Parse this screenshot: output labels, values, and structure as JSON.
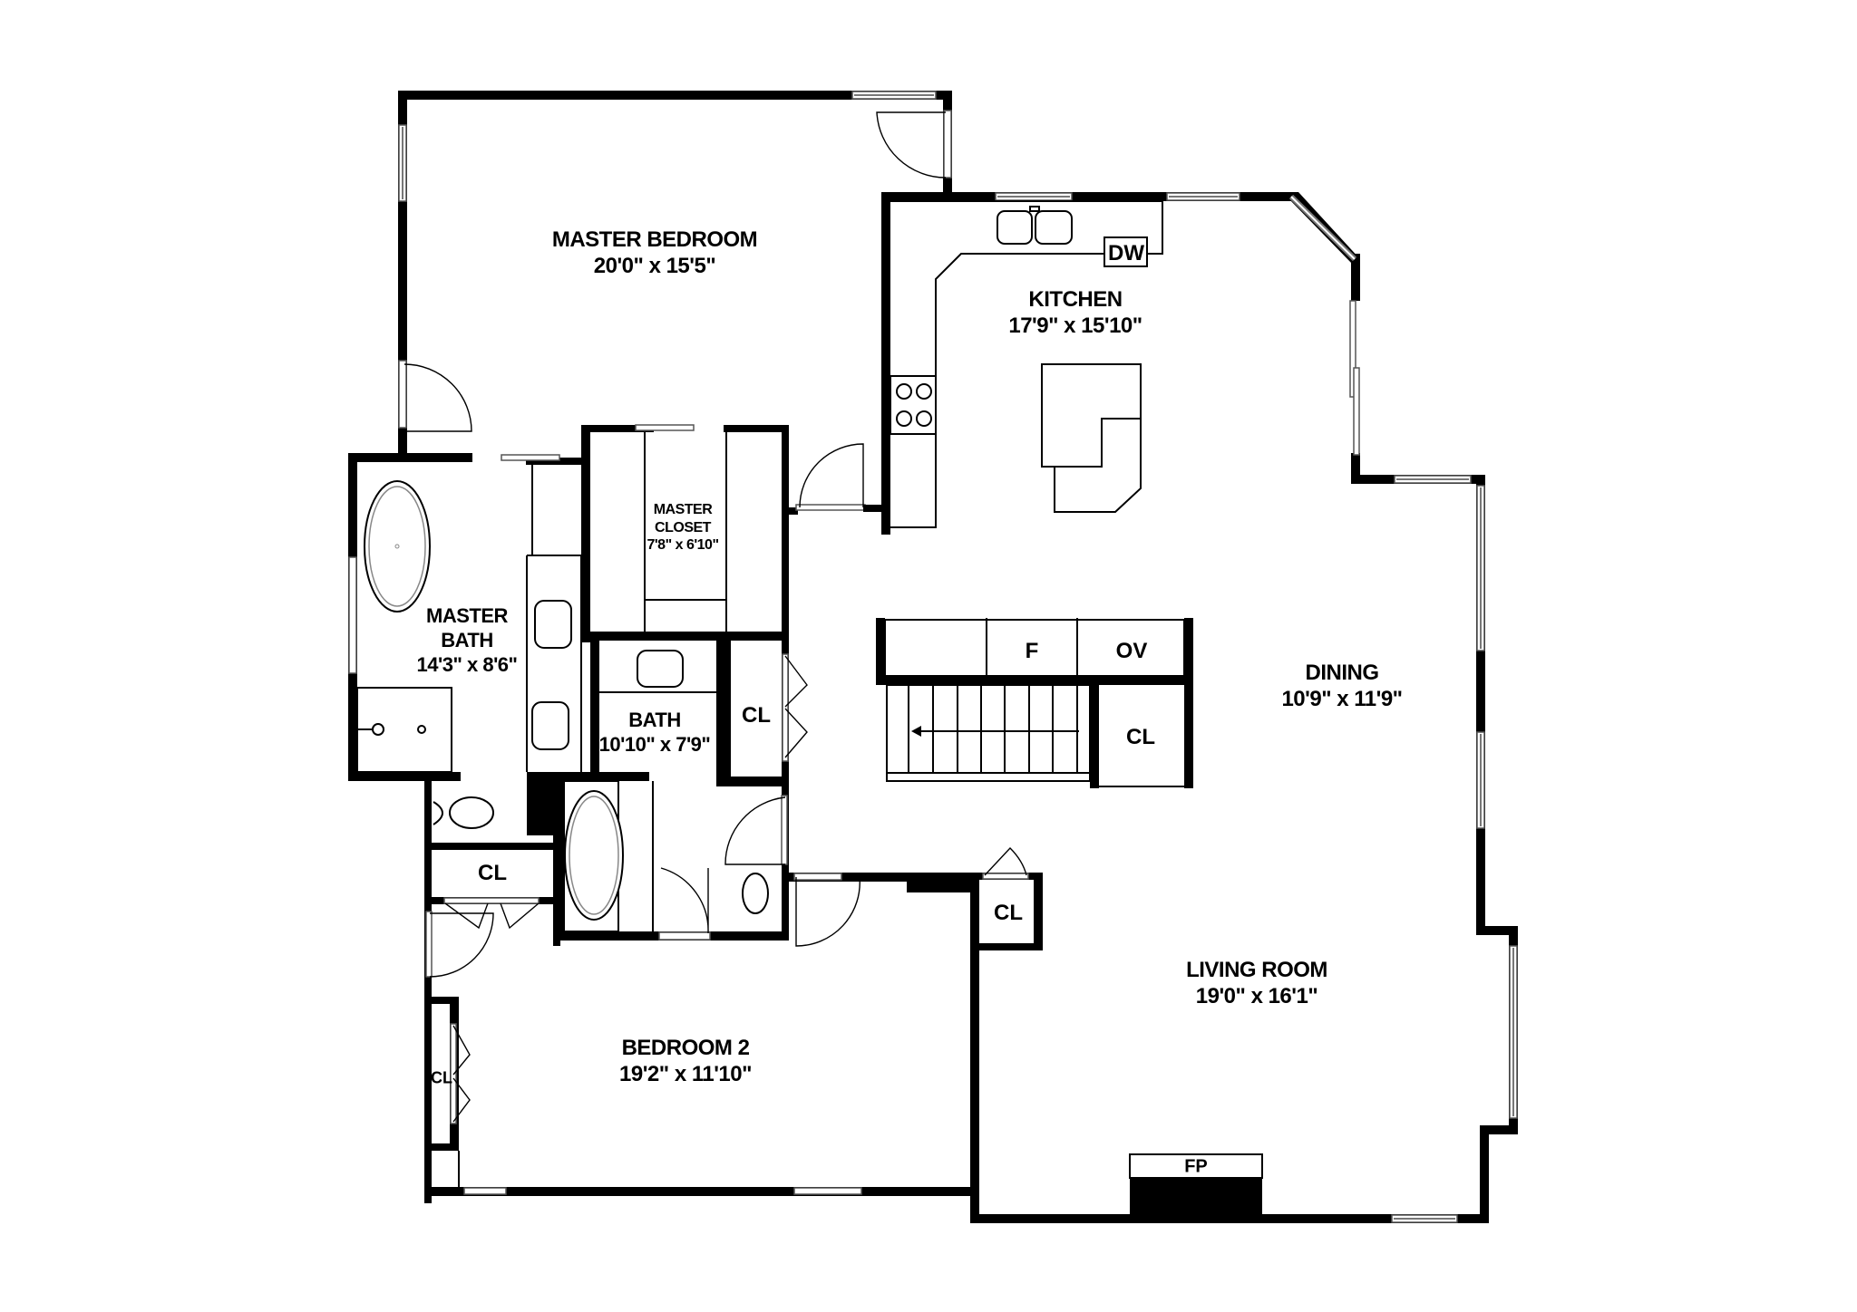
{
  "plan": {
    "colors": {
      "wall": "#000000",
      "background": "#ffffff",
      "window": "#888888"
    },
    "rooms": [
      {
        "id": "master-bedroom",
        "name": "MASTER BEDROOM",
        "dim": "20'0\" x 15'5\""
      },
      {
        "id": "kitchen",
        "name": "KITCHEN",
        "dim": "17'9\" x 15'10\""
      },
      {
        "id": "master-closet",
        "name": "MASTER CLOSET",
        "name_line1": "MASTER",
        "name_line2": "CLOSET",
        "dim": "7'8\" x 6'10\""
      },
      {
        "id": "master-bath",
        "name": "MASTER BATH",
        "name_line1": "MASTER",
        "name_line2": "BATH",
        "dim": "14'3\" x 8'6\""
      },
      {
        "id": "bath",
        "name": "BATH",
        "dim": "10'10\" x 7'9\""
      },
      {
        "id": "dining",
        "name": "DINING",
        "dim": "10'9\" x 11'9\""
      },
      {
        "id": "living-room",
        "name": "LIVING ROOM",
        "dim": "19'0\" x 16'1\""
      },
      {
        "id": "bedroom-2",
        "name": "BEDROOM 2",
        "dim": "19'2\" x 11'10\""
      }
    ],
    "tags": {
      "dishwasher": "DW",
      "fridge": "F",
      "oven": "OV",
      "fireplace": "FP",
      "closet_hall": "CL",
      "closet_stair": "CL",
      "closet_master_bath": "CL",
      "closet_living": "CL",
      "closet_bedroom2": "CL"
    }
  }
}
